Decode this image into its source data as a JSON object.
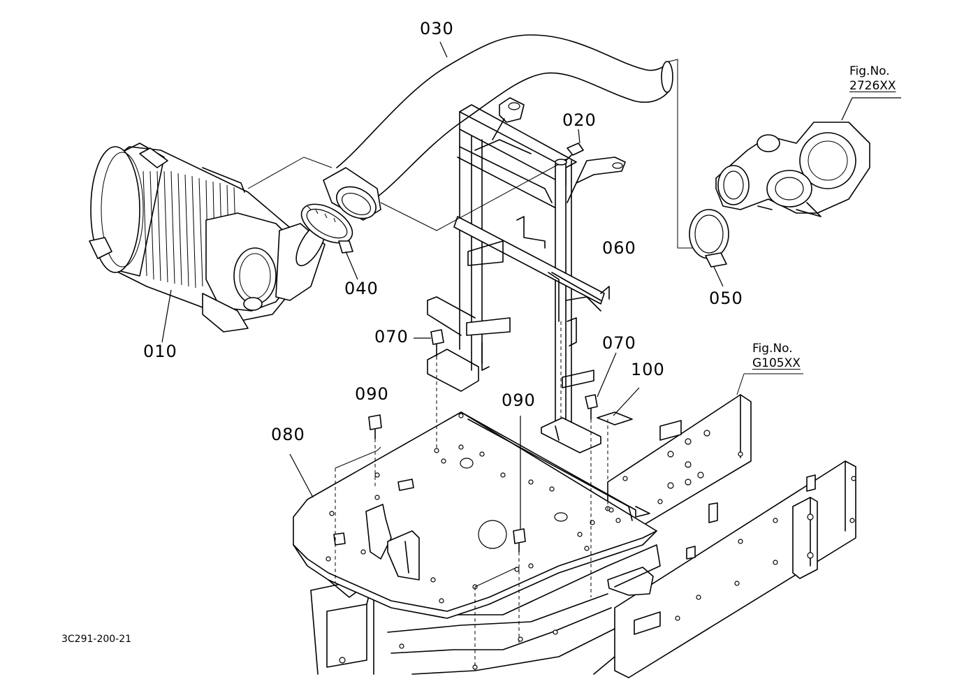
{
  "callouts": {
    "p010": "010",
    "p020": "020",
    "p030": "030",
    "p040": "040",
    "p050": "050",
    "p060": "060",
    "p070a": "070",
    "p070b": "070",
    "p080": "080",
    "p090a": "090",
    "p090b": "090",
    "p100": "100"
  },
  "fig_refs": {
    "turbo": {
      "prefix": "Fig.No.",
      "number": "2726XX"
    },
    "frame": {
      "prefix": "Fig.No.",
      "number": "G105XX"
    }
  },
  "drawing_code": "3C291-200-21"
}
